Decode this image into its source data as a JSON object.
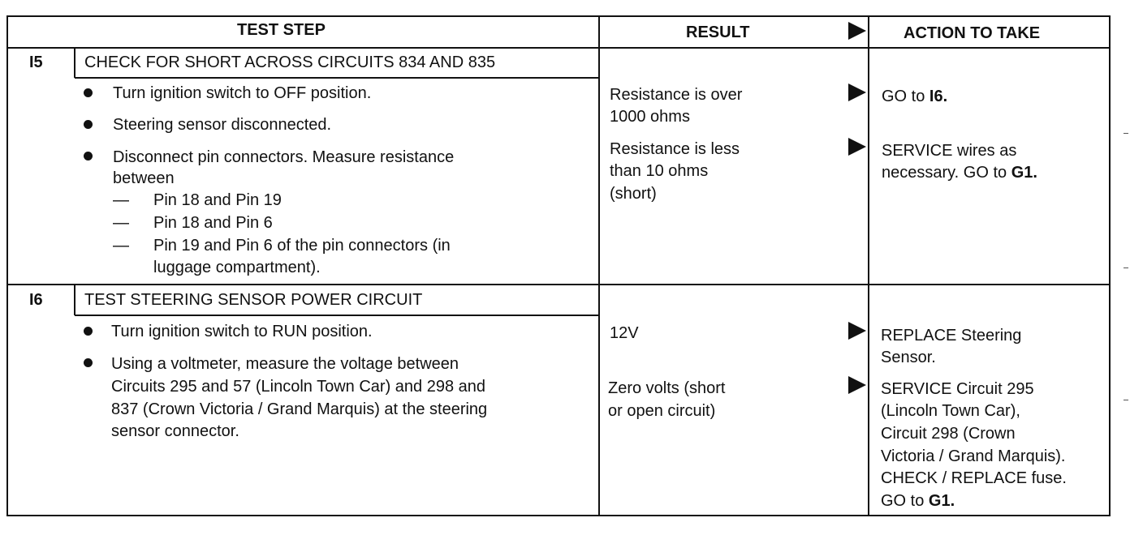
{
  "header": {
    "test_step": "TEST STEP",
    "result": "RESULT",
    "action": "ACTION TO TAKE"
  },
  "steps": [
    {
      "id": "I5",
      "title": "CHECK FOR SHORT ACROSS CIRCUITS 834 AND 835",
      "bullets": [
        "Turn ignition switch to OFF position.",
        "Steering sensor disconnected.",
        "Disconnect pin connectors. Measure resistance",
        "between"
      ],
      "dashes": [
        "Pin 18 and Pin 19",
        "Pin 18 and Pin 6",
        "Pin 19 and Pin 6 of the pin connectors (in",
        "luggage compartment)."
      ],
      "results": [
        [
          "Resistance is over",
          "1000 ohms"
        ],
        [
          "Resistance is less",
          "than 10 ohms",
          "(short)"
        ]
      ],
      "actions": [
        [
          "GO to ",
          "I6."
        ],
        [
          "SERVICE wires as",
          "necessary. GO to ",
          "G1."
        ]
      ]
    },
    {
      "id": "I6",
      "title": "TEST STEERING SENSOR POWER CIRCUIT",
      "bullets": [
        "Turn ignition switch to RUN position.",
        "Using a voltmeter, measure the voltage between",
        "Circuits 295 and 57 (Lincoln Town Car) and 298 and",
        "837 (Crown Victoria / Grand Marquis) at the steering",
        "sensor connector."
      ],
      "results": [
        [
          "12V"
        ],
        [
          "Zero volts (short",
          "or open circuit)"
        ]
      ],
      "actions": [
        [
          "REPLACE Steering",
          "Sensor."
        ],
        [
          "SERVICE Circuit 295",
          "(Lincoln Town Car),",
          "Circuit 298 (Crown",
          "Victoria / Grand Marquis).",
          "CHECK / REPLACE fuse.",
          "GO to ",
          "G1."
        ]
      ]
    }
  ]
}
